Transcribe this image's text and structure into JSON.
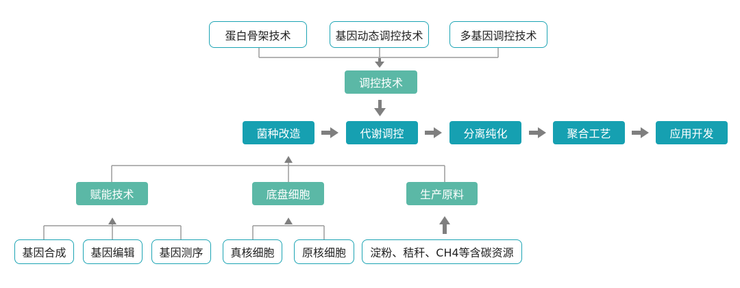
{
  "top_inputs": [
    "蛋白骨架技术",
    "基因动态调控技术",
    "多基因调控技术"
  ],
  "regulation": "调控技术",
  "main_flow": [
    "菌种改造",
    "代谢调控",
    "分离纯化",
    "聚合工艺",
    "应用开发"
  ],
  "branches": [
    {
      "label": "赋能技术",
      "children": [
        "基因合成",
        "基因编辑",
        "基因测序"
      ]
    },
    {
      "label": "底盘细胞",
      "children": [
        "真核细胞",
        "原核细胞"
      ]
    },
    {
      "label": "生产原料",
      "children": [
        "淀粉、秸秆、CH4等含碳资源"
      ]
    }
  ],
  "colors": {
    "teal": "#16a0b1",
    "light_teal": "#5bb8a6",
    "arrow": "#7f7f7f",
    "line": "#9a9a9a"
  }
}
